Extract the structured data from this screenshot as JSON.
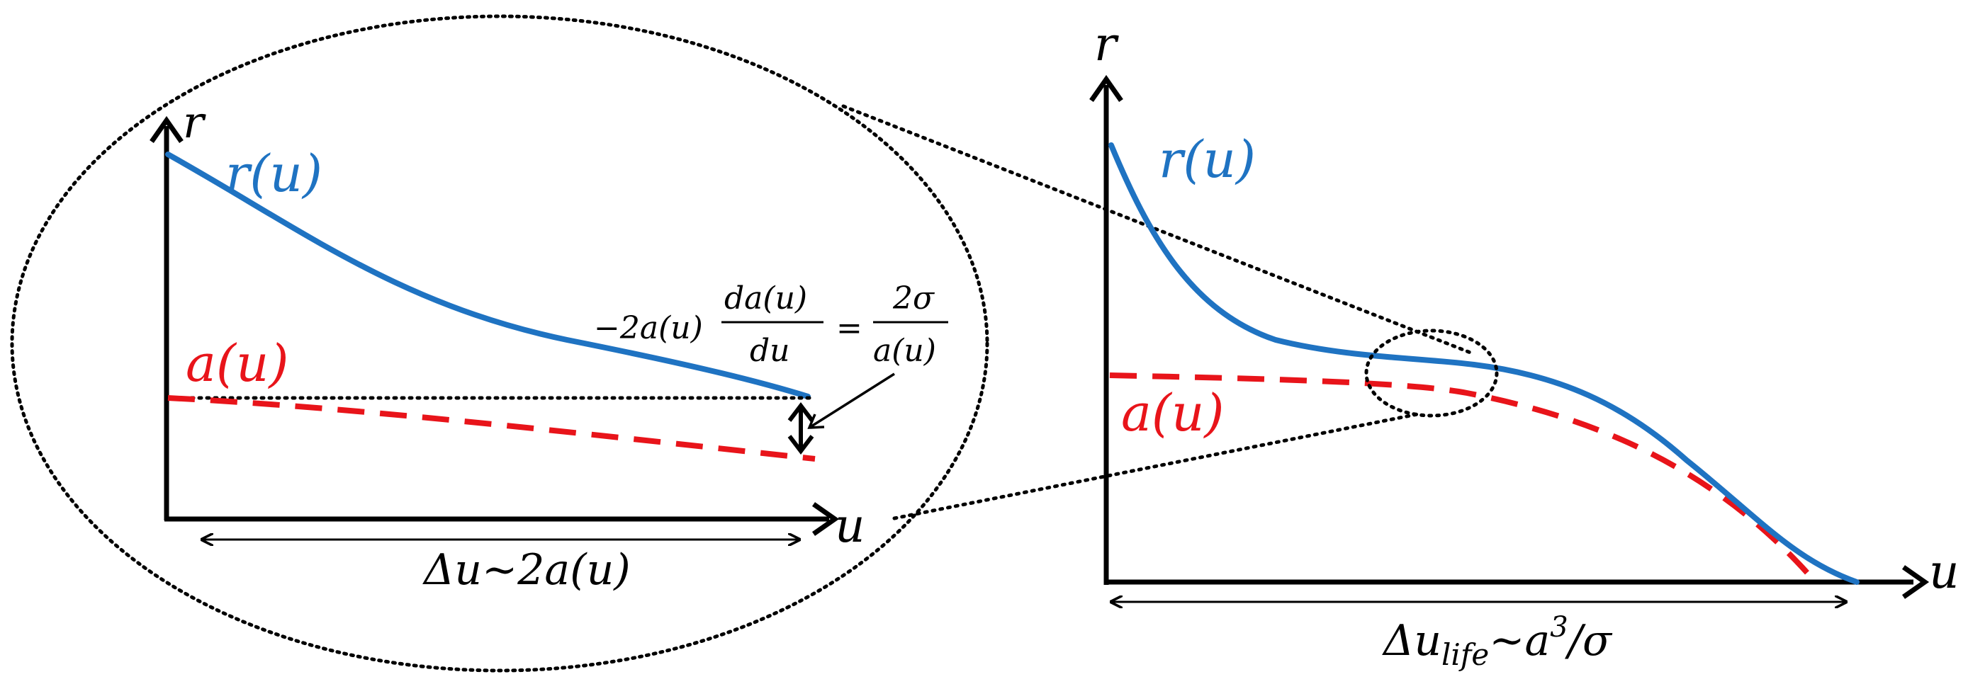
{
  "colors": {
    "r_curve": "#1f73c2",
    "a_curve": "#e8141a",
    "axes": "#000000",
    "background": "#ffffff"
  },
  "zoom_panel": {
    "y_axis_label": "r",
    "x_axis_label": "u",
    "r_curve_label": "r(u)",
    "a_curve_label": "a(u)",
    "equation": {
      "lhs_prefix": "−2a(u)",
      "frac1_num": "da(u)",
      "frac1_den": "du",
      "equals": "=",
      "frac2_num": "2σ",
      "frac2_den": "a(u)"
    },
    "interval_label": "Δu~2a(u)"
  },
  "main_panel": {
    "y_axis_label": "r",
    "x_axis_label": "u",
    "r_curve_label": "r(u)",
    "a_curve_label": "a(u)",
    "interval_label_base": "Δu",
    "interval_label_sub": "life",
    "interval_label_rest": "~a",
    "interval_label_sup": "3",
    "interval_label_tail": "/σ"
  }
}
